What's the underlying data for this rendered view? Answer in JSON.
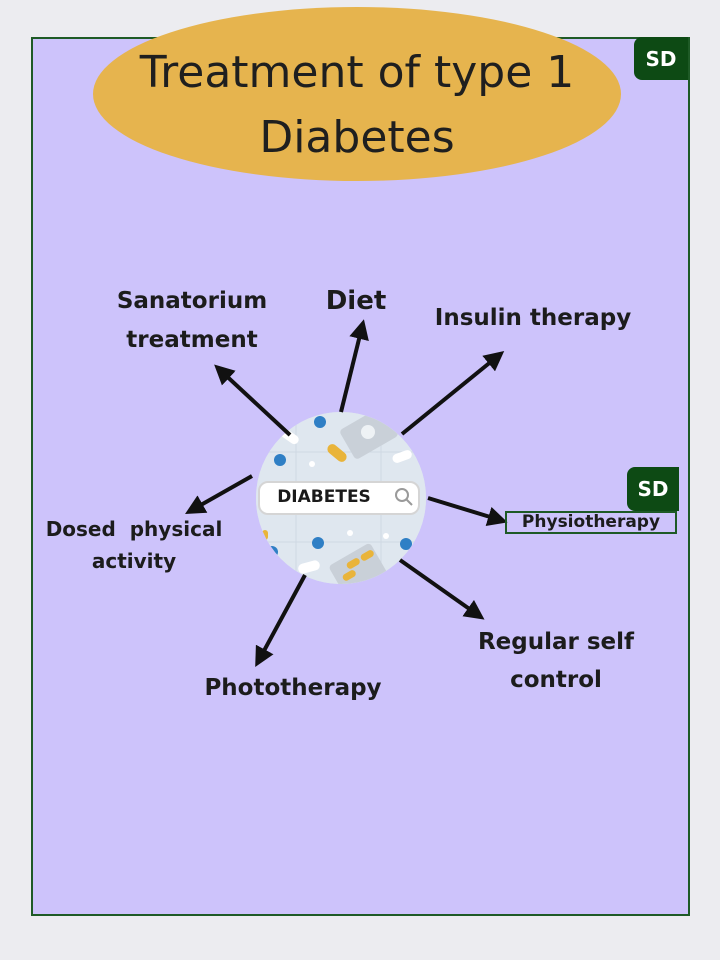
{
  "title_line1": "Treatment of type 1",
  "title_line2": "Diabetes",
  "badge_top": "SD",
  "badge_side": "SD",
  "center": {
    "label": "DIABETES",
    "icon": "search-icon"
  },
  "branches": {
    "sanatorium": [
      "Sanatorium",
      "treatment"
    ],
    "diet": "Diet",
    "insulin": "Insulin therapy",
    "dosed": [
      "Dosed  physical",
      "activity"
    ],
    "physio": "Physiotherapy",
    "phototherapy": "Phototherapy",
    "selfcontrol": [
      "Regular self",
      "control"
    ]
  },
  "colors": {
    "background": "#cdc3fb",
    "title_ellipse": "#e6b44e",
    "border": "#1e5a26",
    "badge": "#0d4a14",
    "arrow": "#111111"
  }
}
